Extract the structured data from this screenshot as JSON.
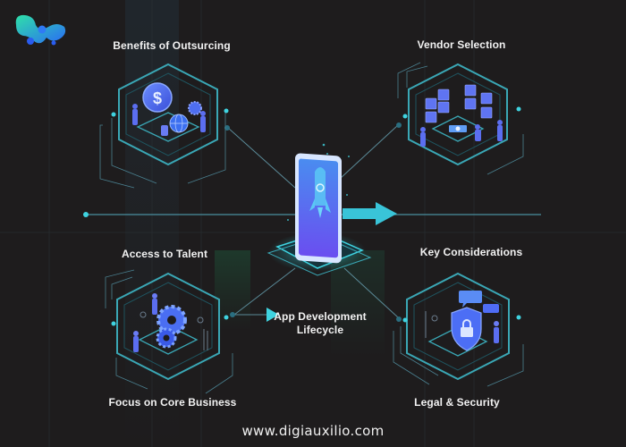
{
  "brand": {
    "logo_icon": "digiauxilio-logo",
    "accent": "#3fd3e0",
    "hex_stroke": "#3aa7b5",
    "illustration_blue": "#4f6df5"
  },
  "center": {
    "icon": "smartphone-rocket-icon",
    "label": "App Development Lifecycle",
    "label_line1": "App Development",
    "label_line2": "Lifecycle"
  },
  "nodes": [
    {
      "id": "benefits",
      "label": "Benefits of Outsurcing",
      "icon": "dollar-coin-globe-icon"
    },
    {
      "id": "vendor",
      "label": "Vendor Selection",
      "icon": "vendor-cards-icon"
    },
    {
      "id": "talent",
      "label": "Access to Talent",
      "icon": "gears-people-icon"
    },
    {
      "id": "core",
      "label": "Focus on Core Business",
      "icon": "gears-people-icon"
    },
    {
      "id": "considerations",
      "label": "Key Considerations",
      "icon": "shield-lock-icon"
    },
    {
      "id": "legal",
      "label": "Legal & Security",
      "icon": "shield-lock-icon"
    }
  ],
  "footer": {
    "url": "www.digiauxilio.com"
  }
}
